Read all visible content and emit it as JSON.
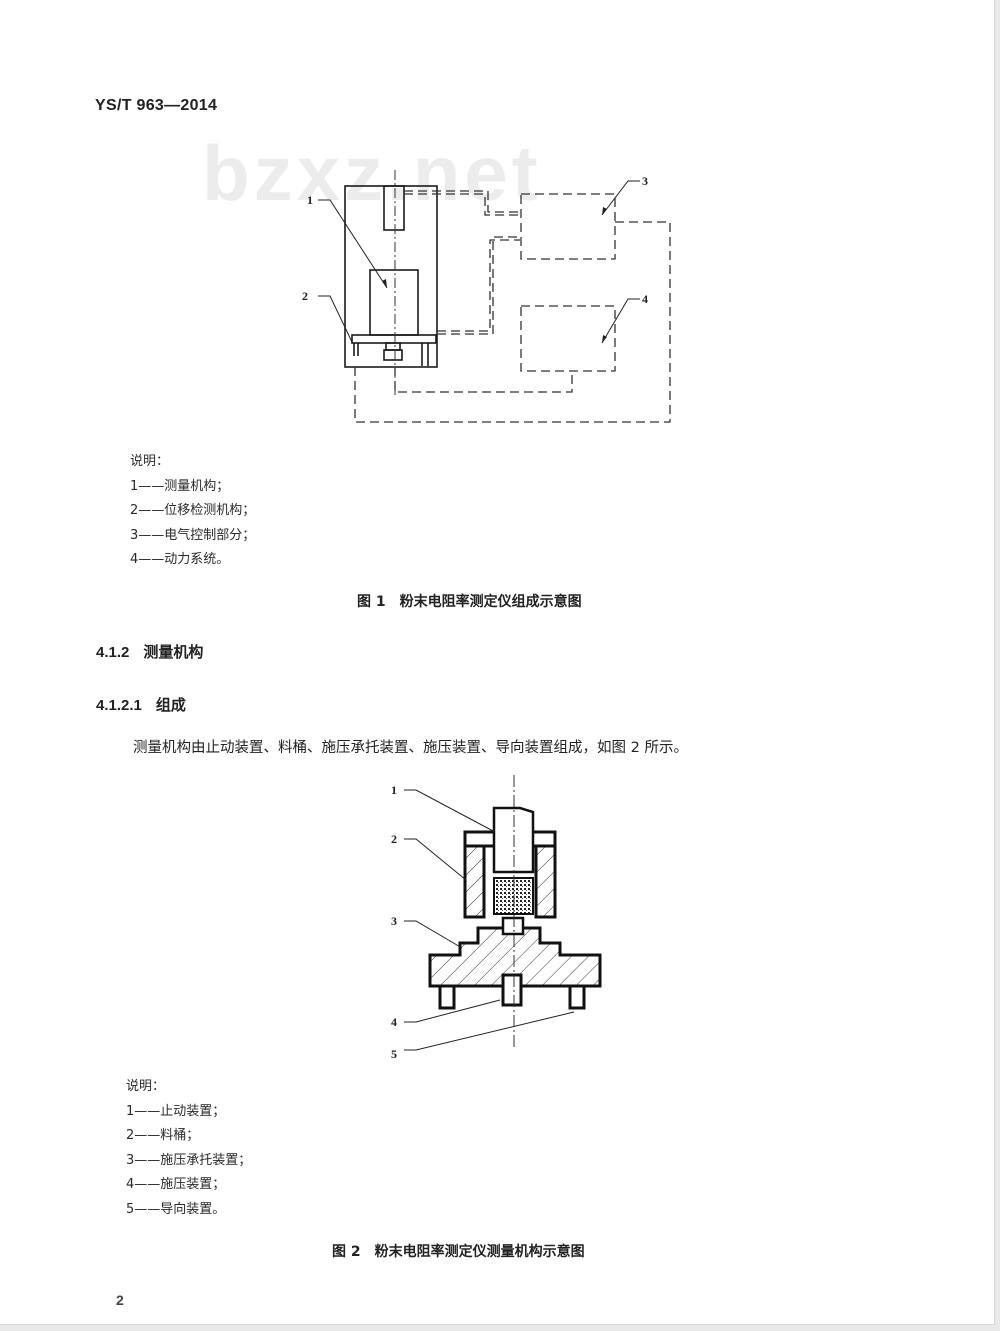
{
  "header": {
    "standard_code": "YS/T 963—2014"
  },
  "watermark": "bzxz.net",
  "figure1": {
    "callouts": [
      "1",
      "2",
      "3",
      "4"
    ],
    "legend_title": "说明：",
    "legend": [
      "1——测量机构；",
      "2——位移检测机构；",
      "3——电气控制部分；",
      "4——动力系统。"
    ],
    "caption_number": "图 1",
    "caption_text": "粉末电阻率测定仪组成示意图"
  },
  "section_412": {
    "number": "4.1.2",
    "title": "测量机构"
  },
  "section_4121": {
    "number": "4.1.2.1",
    "title": "组成",
    "paragraph": "测量机构由止动装置、料桶、施压承托装置、施压装置、导向装置组成，如图 2 所示。"
  },
  "figure2": {
    "callouts": [
      "1",
      "2",
      "3",
      "4",
      "5"
    ],
    "legend_title": "说明：",
    "legend": [
      "1——止动装置；",
      "2——料桶；",
      "3——施压承托装置；",
      "4——施压装置；",
      "5——导向装置。"
    ],
    "caption_number": "图 2",
    "caption_text": "粉末电阻率测定仪测量机构示意图"
  },
  "footer": {
    "page_number": "2"
  }
}
